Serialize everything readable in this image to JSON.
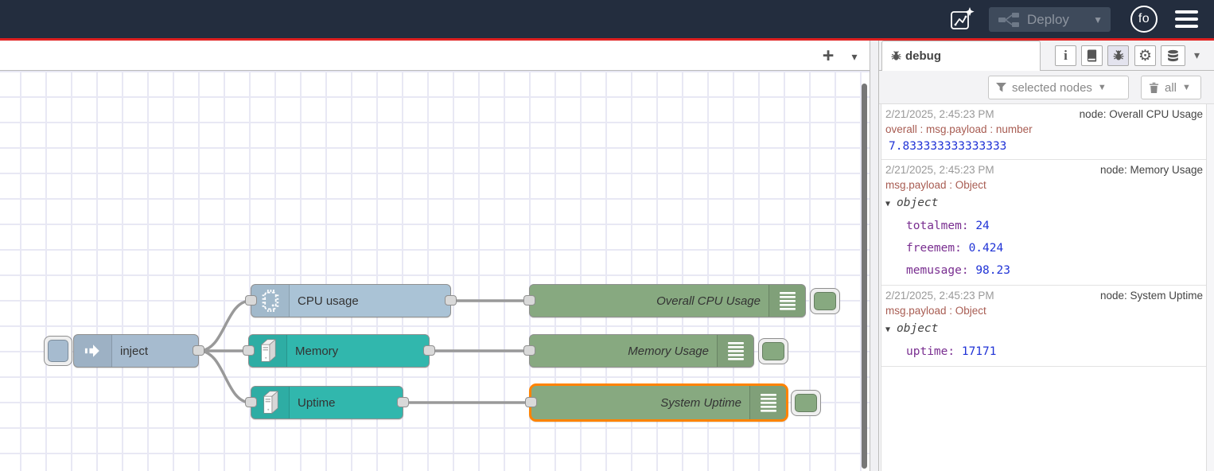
{
  "header": {
    "deploy_label": "Deploy",
    "avatar_text": "fo"
  },
  "workspace": {
    "add_tab_label": "+"
  },
  "colors": {
    "header_bg": "#232d3e",
    "accent_red_line": "#e02020",
    "inject_node": "#a6bbcf",
    "cpu_node": "#aac3d6",
    "os_node_teal": "#31b7ad",
    "debug_node_green": "#87a980",
    "selected_border_orange": "#ff8300",
    "debug_number_blue": "#2033d6",
    "debug_key_purple": "#792e90",
    "debug_prop_red": "#a85c52"
  },
  "nodes": {
    "inject": {
      "label": "inject"
    },
    "cpu": {
      "label": "CPU usage"
    },
    "memory": {
      "label": "Memory"
    },
    "uptime": {
      "label": "Uptime"
    },
    "debug_cpu": {
      "label": "Overall CPU Usage"
    },
    "debug_mem": {
      "label": "Memory Usage"
    },
    "debug_uptime": {
      "label": "System Uptime",
      "selected": true
    }
  },
  "sidebar": {
    "tab_label": "debug",
    "filter_button_label": "selected nodes",
    "clear_button_label": "all",
    "messages": [
      {
        "timestamp": "2/21/2025, 2:45:23 PM",
        "node": "node: Overall CPU Usage",
        "prop": "overall : msg.payload : number",
        "value": "7.833333333333333"
      },
      {
        "timestamp": "2/21/2025, 2:45:23 PM",
        "node": "node: Memory Usage",
        "prop": "msg.payload : Object",
        "tree_label": "object",
        "entries": [
          {
            "key": "totalmem:",
            "value": "24"
          },
          {
            "key": "freemem:",
            "value": "0.424"
          },
          {
            "key": "memusage:",
            "value": "98.23"
          }
        ]
      },
      {
        "timestamp": "2/21/2025, 2:45:23 PM",
        "node": "node: System Uptime",
        "prop": "msg.payload : Object",
        "tree_label": "object",
        "entries": [
          {
            "key": "uptime:",
            "value": "17171"
          }
        ]
      }
    ]
  }
}
